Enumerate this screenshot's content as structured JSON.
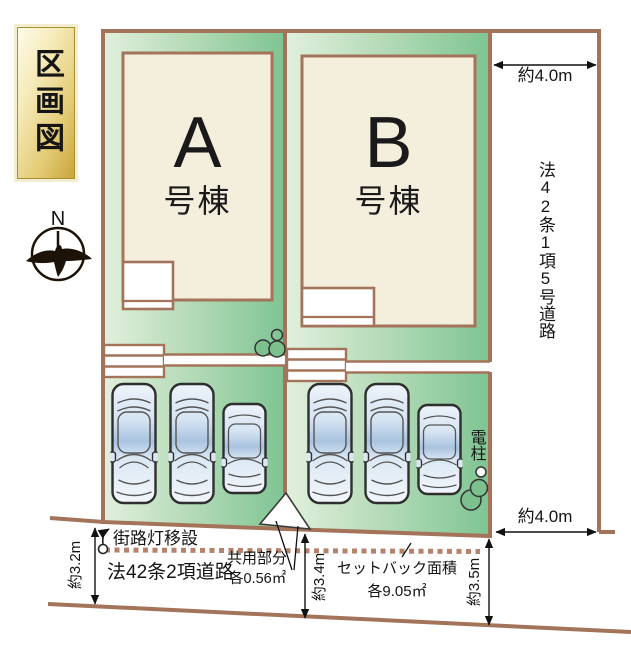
{
  "legend": {
    "title": "区画図"
  },
  "compass": {
    "north": "N"
  },
  "buildings": [
    {
      "letter": "A",
      "suffix": "号棟"
    },
    {
      "letter": "B",
      "suffix": "号棟"
    }
  ],
  "roads": {
    "east": "法42条1項5号道路",
    "south": "法42条2項道路"
  },
  "dimensions": {
    "east_road_width_top": "約4.0m",
    "east_road_width_bottom": "約4.0m",
    "south_road_west": "約3.2m",
    "south_road_center": "約3.4m",
    "south_road_east": "約3.5m"
  },
  "annotations": {
    "streetlight": "街路灯移設",
    "common_area_label": "共用部分",
    "common_area_value": "各0.56㎡",
    "setback_label": "セットバック面積",
    "setback_value": "各9.05㎡",
    "utility_pole": "電柱"
  },
  "colors": {
    "lot_green_light": "#e0efdc",
    "lot_green_dark": "#7fc492",
    "boundary_brown": "#a4745a",
    "building_cream": "#f4eedd",
    "legend_gold": "#d9b94e",
    "car_windshield_blue": "#a9c3e0",
    "dotted_setback_line": "#b5826b"
  }
}
